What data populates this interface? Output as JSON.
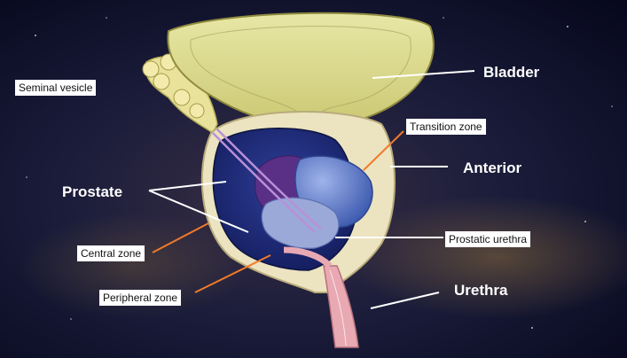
{
  "labels": {
    "bladder": "Bladder",
    "seminal_vesicle": "Seminal vesicle",
    "transition_zone": "Transition zone",
    "anterior": "Anterior",
    "prostate": "Prostate",
    "prostatic_urethra": "Prostatic urethra",
    "central_zone": "Central zone",
    "peripheral_zone": "Peripheral zone",
    "urethra": "Urethra"
  },
  "colors": {
    "background": "#0d0f26",
    "bladder": "#d8d98a",
    "prostate_capsule": "#ece3c0",
    "peripheral_zone": "#1b2a7a",
    "central_zone": "#5a2f86",
    "transition_zone": "#6a86cc",
    "urethra": "#e9a9b3",
    "leader_orange": "#f07a2a",
    "leader_white": "#ffffff"
  }
}
